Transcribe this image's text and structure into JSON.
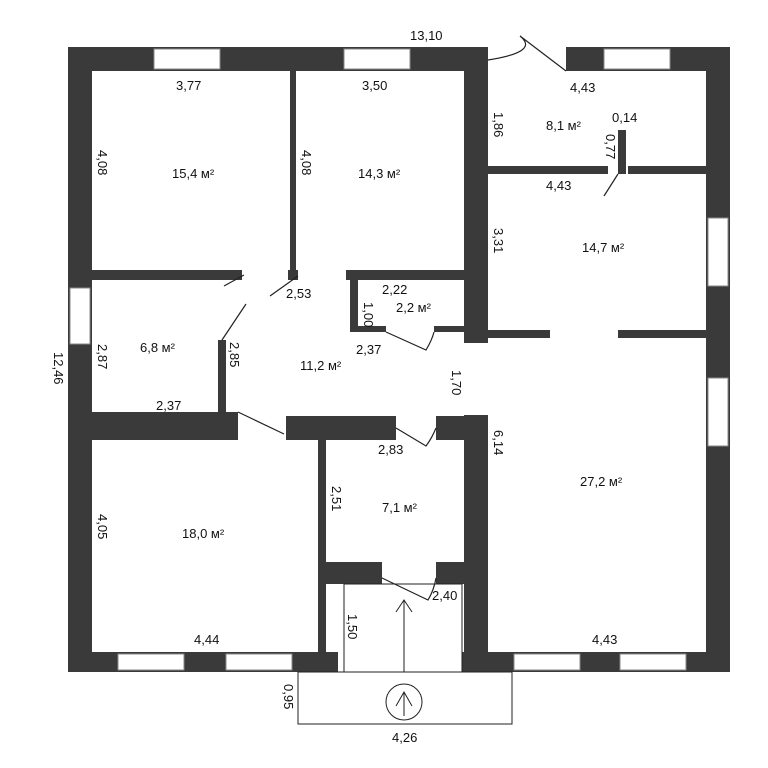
{
  "dimensions": {
    "overall_width": "13,10",
    "overall_height": "12,46",
    "room1_width": "3,77",
    "room1_height": "4,08",
    "room2_width": "3,50",
    "room2_height": "4,08",
    "room3_width": "4,43",
    "room3_height": "1,86",
    "room3_niche_w": "0,14",
    "room3_niche_h": "0,77",
    "room4_width": "4,43",
    "room4_height": "3,31",
    "hall_top": "2,53",
    "small_width": "2,22",
    "small_height": "1,00",
    "small_bottom": "2,37",
    "left_mid_height": "2,87",
    "left_mid_height2": "2,85",
    "left_mid_width": "2,37",
    "corridor_gap": "1,70",
    "bath_width": "2,83",
    "bath_height": "2,51",
    "porch_door": "2,40",
    "porch_depth": "1,50",
    "big_left_height": "4,05",
    "big_left_width": "4,44",
    "big_right_height": "6,14",
    "big_right_width": "4,43",
    "terrace_depth": "0,95",
    "terrace_width": "4,26"
  },
  "areas": {
    "room1": "15,4 м²",
    "room2": "14,3 м²",
    "room3": "8,1 м²",
    "room4": "14,7 м²",
    "small": "2,2 м²",
    "left_mid": "6,8 м²",
    "hall": "11,2 м²",
    "bath": "7,1 м²",
    "big_left": "18,0 м²",
    "big_right": "27,2 м²"
  }
}
